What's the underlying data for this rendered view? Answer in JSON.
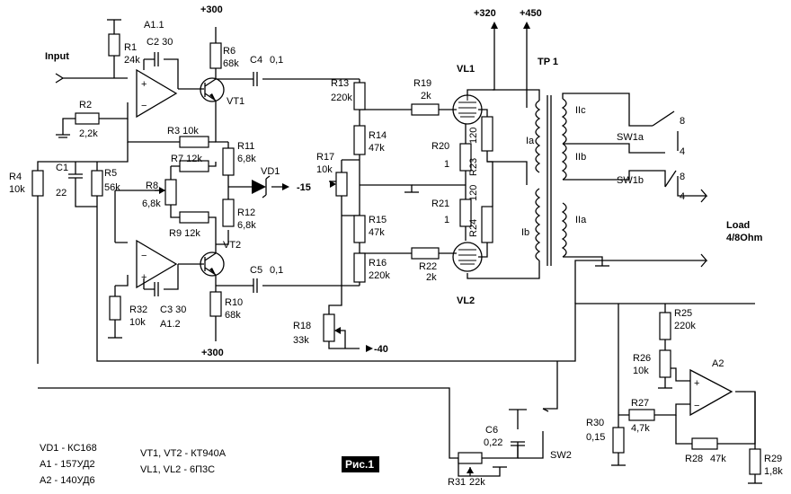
{
  "labels": {
    "input": "Input",
    "load_1": "Load",
    "load_2": "4/8Ohm",
    "plus300_top": "+300",
    "plus300_bot": "+300",
    "plus320": "+320",
    "plus450": "+450",
    "minus15": "-15",
    "minus40": "-40",
    "a11": "A1.1",
    "a12": "A1.2",
    "a2": "A2",
    "vt1": "VT1",
    "vt2": "VT2",
    "vd1": "VD1",
    "vl1": "VL1",
    "vl2": "VL2",
    "tp1": "TP 1",
    "sw1a": "SW1a",
    "sw1b": "SW1b",
    "sw2": "SW2",
    "ia": "Ia",
    "ib": "Ib",
    "iia": "IIa",
    "iib": "IIb",
    "iic": "IIc",
    "tap8a": "8",
    "tap4a": "4",
    "tap8b": "8",
    "tap4b": "4",
    "badge": "Рис.1"
  },
  "components": {
    "r1": [
      "R1",
      "24k"
    ],
    "r2": [
      "R2",
      "2,2k"
    ],
    "r3": [
      "R3 10k"
    ],
    "r4": [
      "R4",
      "10k"
    ],
    "r5": [
      "R5",
      "56k"
    ],
    "r6": [
      "R6",
      "68k"
    ],
    "r7": [
      "R7 12k"
    ],
    "r8": [
      "R8",
      "6,8k"
    ],
    "r9": [
      "R9 12k"
    ],
    "r10": [
      "R10",
      "68k"
    ],
    "r11": [
      "R11",
      "6,8k"
    ],
    "r12": [
      "R12",
      "6,8k"
    ],
    "r13": [
      "R13",
      "220k"
    ],
    "r14": [
      "R14",
      "47k"
    ],
    "r15": [
      "R15",
      "47k"
    ],
    "r16": [
      "R16",
      "220k"
    ],
    "r17": [
      "R17",
      "10k"
    ],
    "r18": [
      "R18",
      "33k"
    ],
    "r19": [
      "R19",
      "2k"
    ],
    "r20": [
      "R20",
      "1"
    ],
    "r21": [
      "R21",
      "1"
    ],
    "r22": [
      "R22",
      "2k"
    ],
    "r23": [
      "R23",
      "120"
    ],
    "r24": [
      "R24",
      "120"
    ],
    "r25": [
      "R25",
      "220k"
    ],
    "r26": [
      "R26",
      "10k"
    ],
    "r27": [
      "R27",
      "4,7k"
    ],
    "r28": [
      "R28",
      "47k"
    ],
    "r29": [
      "R29",
      "1,8k"
    ],
    "r30": [
      "R30",
      "0,15"
    ],
    "r31": [
      "R31",
      "22k"
    ],
    "r32": [
      "R32",
      "10k"
    ],
    "c1": [
      "C1",
      "22"
    ],
    "c2": [
      "C2 30"
    ],
    "c3": [
      "C3 30"
    ],
    "c4": [
      "C4",
      "0,1"
    ],
    "c5": [
      "C5",
      "0,1"
    ],
    "c6": [
      "C6",
      "0,22"
    ]
  },
  "notes": [
    "VD1 - КС168",
    "A1 - 157УД2",
    "A2 - 140УД6",
    "VT1, VT2 - КТ940А",
    "VL1, VL2 - 6П3С"
  ]
}
